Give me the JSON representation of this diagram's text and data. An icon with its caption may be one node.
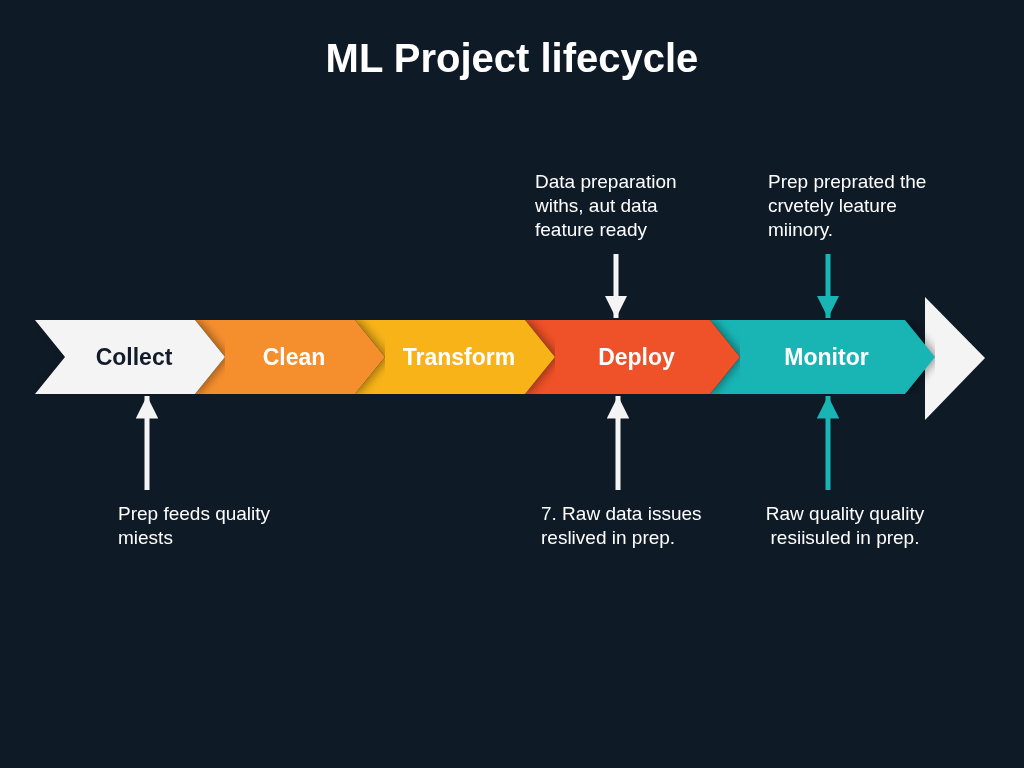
{
  "diagram": {
    "title": "ML Project lifecycle",
    "nodes": [
      {
        "text": [
          "Collect"
        ]
      },
      {
        "text": [
          "Clean"
        ]
      },
      {
        "text": [
          "Transform"
        ]
      },
      {
        "text": [
          "Deploy"
        ]
      },
      {
        "text": [
          "Monitor"
        ]
      },
      {
        "text": [
          "Data preparation withs, aut data feature ready"
        ]
      },
      {
        "text": [
          "Prep preprated the crvetely leature miinory."
        ]
      },
      {
        "text": [
          "Prep feeds quality miests"
        ]
      },
      {
        "text": [
          "7. Raw data issues reslived in prep."
        ]
      },
      {
        "text": [
          "Raw quality quality resiisuled in prep."
        ]
      }
    ],
    "edges": [
      {
        "from": 5,
        "to": 3,
        "arrow": "to"
      },
      {
        "from": 6,
        "to": 4,
        "arrow": "to",
        "color": "#19b5b5"
      },
      {
        "from": 7,
        "to": 0,
        "arrow": "to"
      },
      {
        "from": 8,
        "to": 3,
        "arrow": "to"
      },
      {
        "from": 9,
        "to": 4,
        "arrow": "to",
        "color": "#19b5b5"
      }
    ]
  }
}
